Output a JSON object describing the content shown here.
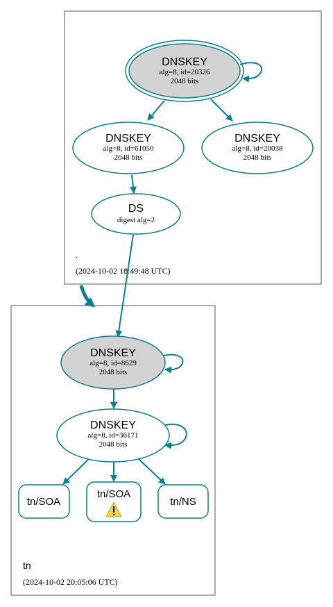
{
  "colors": {
    "edge": "#0a7f8f",
    "ksk_fill": "#d3d3d3",
    "node_fill": "#ffffff",
    "zone_border": "#555555",
    "warning_fill": "#f5d44a",
    "text": "#000000"
  },
  "root_zone": {
    "label": ".",
    "timestamp": "(2024-10-02 18:49:48 UTC)",
    "ksk": {
      "title": "DNSKEY",
      "detail": "alg=8, id=20326",
      "size": "2048 bits"
    },
    "zsk1": {
      "title": "DNSKEY",
      "detail": "alg=8, id=61050",
      "size": "2048 bits"
    },
    "zsk2": {
      "title": "DNSKEY",
      "detail": "alg=8, id=20038",
      "size": "2048 bits"
    },
    "ds": {
      "title": "DS",
      "detail": "digest alg=2"
    }
  },
  "tn_zone": {
    "label": "tn",
    "timestamp": "(2024-10-02 20:05:06 UTC)",
    "ksk": {
      "title": "DNSKEY",
      "detail": "alg=8, id=8629",
      "size": "2048 bits"
    },
    "zsk": {
      "title": "DNSKEY",
      "detail": "alg=8, id=36171",
      "size": "2048 bits"
    },
    "rrsets": [
      {
        "label": "tn/SOA",
        "warning": false
      },
      {
        "label": "tn/SOA",
        "warning": true,
        "warning_icon": "warning-triangle-icon"
      },
      {
        "label": "tn/NS",
        "warning": false
      }
    ]
  }
}
